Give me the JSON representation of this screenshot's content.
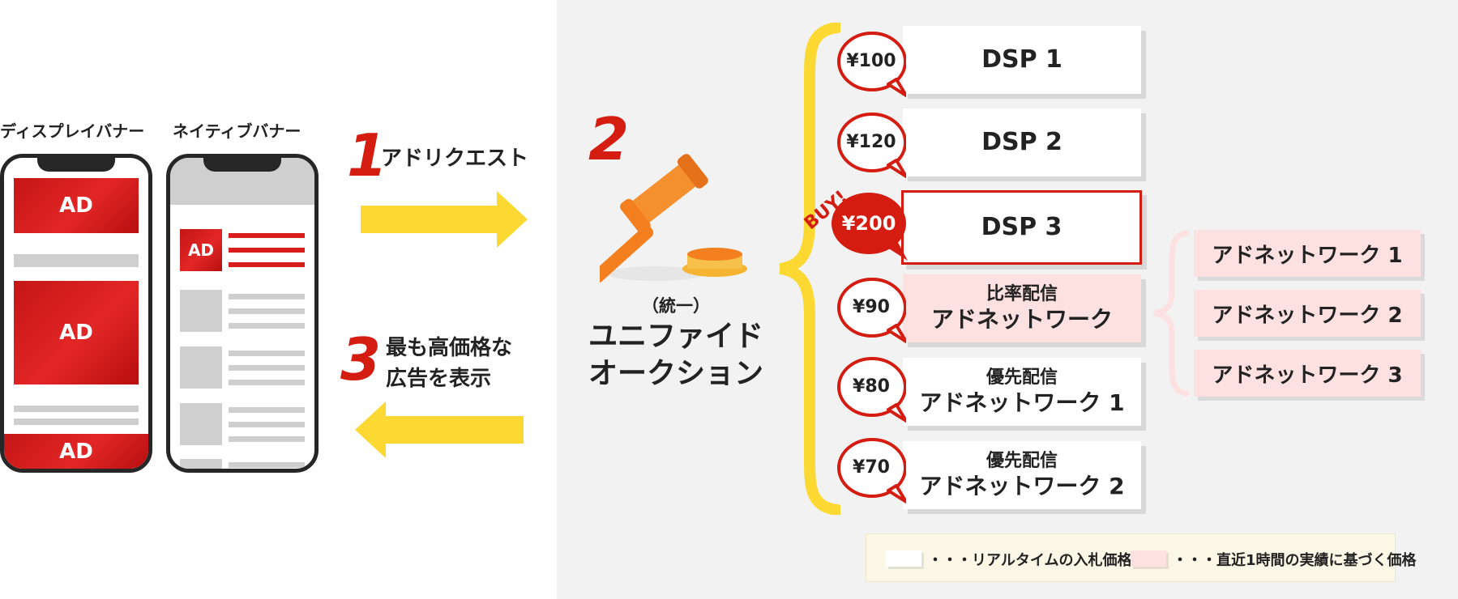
{
  "phones": {
    "display_label": "ディスプレイバナー",
    "native_label": "ネイティブバナー",
    "ad_label": "AD"
  },
  "steps": [
    {
      "num": "1",
      "label": "アドリクエスト"
    },
    {
      "num": "2"
    },
    {
      "num": "3",
      "label_line1": "最も高価格な",
      "label_line2": "広告を表示"
    }
  ],
  "auction": {
    "subtitle": "（統一）",
    "title_line1": "ユニファイド",
    "title_line2": "オークション",
    "buy_label": "BUY!"
  },
  "bidders": [
    {
      "price": "¥100",
      "name": "DSP 1",
      "type": "realtime"
    },
    {
      "price": "¥120",
      "name": "DSP 2",
      "type": "realtime"
    },
    {
      "price": "¥200",
      "name": "DSP 3",
      "type": "realtime",
      "selected": true
    },
    {
      "price": "¥90",
      "sub": "比率配信",
      "name": "アドネットワーク",
      "type": "historical"
    },
    {
      "price": "¥80",
      "sub": "優先配信",
      "name": "アドネットワーク 1",
      "type": "realtime"
    },
    {
      "price": "¥70",
      "sub": "優先配信",
      "name": "アドネットワーク 2",
      "type": "realtime"
    }
  ],
  "adnetworks": [
    "アドネットワーク 1",
    "アドネットワーク 2",
    "アドネットワーク 3"
  ],
  "legend": {
    "realtime": "・・・リアルタイムの入札価格",
    "historical": "・・・直近1時間の実績に基づく価格"
  },
  "colors": {
    "accent_red": "#d41c10",
    "arrow_yellow": "#fbd932",
    "pink": "#fde0e0",
    "panel_grey": "#f2f2f2",
    "gavel_orange": "#f37f1e"
  }
}
